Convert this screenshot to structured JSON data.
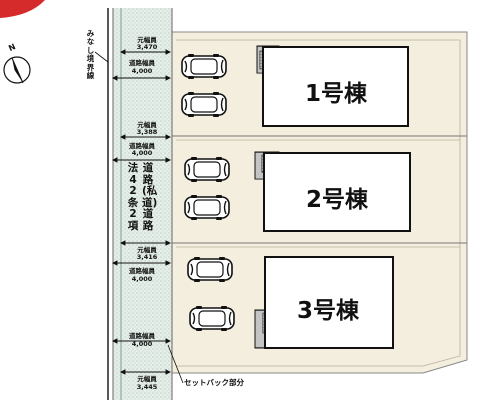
{
  "compass": {
    "north_label": "N"
  },
  "boundary_label": "みなし境界線",
  "setback_label": "セットバック部分",
  "road": {
    "law_label_col1": "法42条2項",
    "law_label_col2": "道路(私道)道路"
  },
  "dimensions": [
    {
      "title": "元幅員",
      "value": "3,470"
    },
    {
      "title": "道路幅員",
      "value": "4,000"
    },
    {
      "title": "元幅員",
      "value": "3,388"
    },
    {
      "title": "道路幅員",
      "value": "4,000"
    },
    {
      "title": "元幅員",
      "value": "3,416"
    },
    {
      "title": "道路幅員",
      "value": "4,000"
    },
    {
      "title": "道路幅員",
      "value": "4,000"
    },
    {
      "title": "元幅員",
      "value": "3,445"
    }
  ],
  "buildings": [
    {
      "label": "1号棟"
    },
    {
      "label": "2号棟"
    },
    {
      "label": "3号棟"
    }
  ],
  "colors": {
    "road_fill": "#e6eeea",
    "road_dot": "#8fb39a",
    "lot_fill": "#f3eedd",
    "corner_accent": "#d62b2b",
    "line": "#111111"
  }
}
